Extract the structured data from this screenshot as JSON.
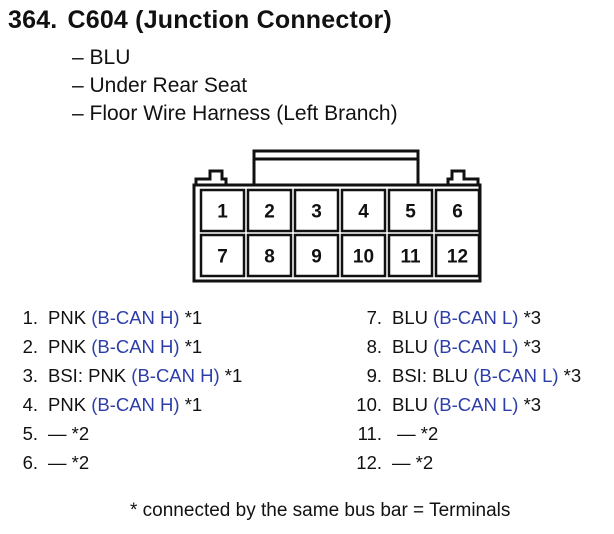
{
  "header": {
    "number": "364.",
    "name": "C604 (Junction Connector)"
  },
  "properties": [
    "– BLU",
    "– Under Rear Seat",
    "– Floor Wire Harness (Left Branch)"
  ],
  "connector": {
    "top_row": [
      "1",
      "2",
      "3",
      "4",
      "5",
      "6"
    ],
    "bottom_row": [
      "7",
      "8",
      "9",
      "10",
      "11",
      "12"
    ]
  },
  "pins_left": [
    {
      "num": "1.",
      "pre": "PNK ",
      "signal": "(B-CAN H)",
      "note": " *1"
    },
    {
      "num": "2.",
      "pre": "PNK ",
      "signal": "(B-CAN H)",
      "note": " *1"
    },
    {
      "num": "3.",
      "pre": "BSI: PNK ",
      "signal": "(B-CAN H)",
      "note": " *1"
    },
    {
      "num": "4.",
      "pre": "PNK ",
      "signal": "(B-CAN H)",
      "note": " *1"
    },
    {
      "num": "5.",
      "pre": "— *2",
      "signal": "",
      "note": ""
    },
    {
      "num": "6.",
      "pre": "— *2",
      "signal": "",
      "note": ""
    }
  ],
  "pins_right": [
    {
      "num": "7.",
      "pre": "BLU ",
      "signal": "(B-CAN L)",
      "note": " *3"
    },
    {
      "num": "8.",
      "pre": "BLU ",
      "signal": "(B-CAN L)",
      "note": " *3"
    },
    {
      "num": "9.",
      "pre": "BSI: BLU ",
      "signal": "(B-CAN L)",
      "note": " *3"
    },
    {
      "num": "10.",
      "pre": "BLU ",
      "signal": "(B-CAN L)",
      "note": " *3"
    },
    {
      "num": "11.",
      "pre": " — *2",
      "signal": "",
      "note": ""
    },
    {
      "num": "12.",
      "pre": "— *2",
      "signal": "",
      "note": ""
    }
  ],
  "footnote": "* connected by the same bus bar = Terminals",
  "colors": {
    "signal": "#2d3ea8",
    "text": "#111111"
  }
}
